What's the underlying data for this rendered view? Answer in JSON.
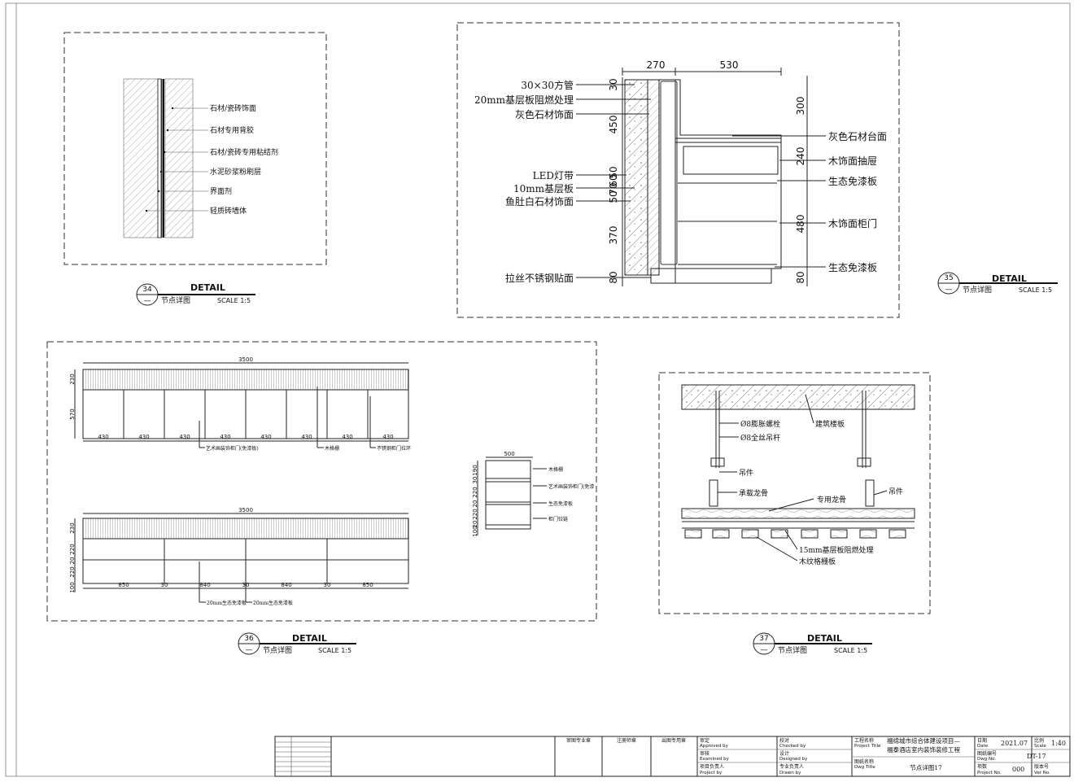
{
  "detail34": {
    "labels": [
      "石材/瓷砖饰面",
      "石材专用背胶",
      "石材/瓷砖专用粘结剂",
      "水泥砂浆粉刷层",
      "界面剂",
      "轻质砖墙体"
    ],
    "num": "34",
    "sub": "—",
    "title": "DETAIL",
    "name": "节点详图",
    "scale": "SCALE 1:5"
  },
  "detail35": {
    "left_labels": [
      "30×30方管",
      "20mm基层板阻燃处理",
      "灰色石材饰面",
      "LED灯带",
      "10mm基层板",
      "鱼肚白石材饰面",
      "拉丝不锈钢贴面"
    ],
    "right_labels": [
      "灰色石材台面",
      "木饰面抽屉",
      "生态免漆板",
      "木饰面柜门",
      "生态免漆板"
    ],
    "dims_top": [
      "270",
      "530"
    ],
    "dims_left": [
      "30",
      "450",
      "50",
      "60",
      "70",
      "50",
      "370",
      "80"
    ],
    "dims_right": [
      "300",
      "240",
      "480",
      "80"
    ],
    "num": "35",
    "sub": "—",
    "title": "DETAIL",
    "name": "节点详图",
    "scale": "SCALE 1:5"
  },
  "detail36": {
    "top_total": "3500",
    "top_left_dims": [
      "230",
      "570"
    ],
    "top_bottom_dims": [
      "430",
      "430",
      "430",
      "430",
      "430",
      "430",
      "430",
      "430"
    ],
    "top_labels": [
      "艺术画装饰柜门(免漆板)",
      "木格栅",
      "不锈钢柜门拉环"
    ],
    "bottom_total": "3500",
    "bottom_left_dims": [
      "230",
      "220",
      "20",
      "220",
      "100"
    ],
    "bottom_dims": [
      "850",
      "30",
      "840",
      "30",
      "840",
      "30",
      "850"
    ],
    "bottom_labels": [
      "20mm生态免漆板",
      "20mm生态免漆板"
    ],
    "side_width": "500",
    "side_left_dims": [
      "190",
      "30",
      "220",
      "20",
      "220",
      "20",
      "100"
    ],
    "side_labels": [
      "木格栅",
      "艺术画装饰柜门(免漆",
      "生态免漆板",
      "柜门铰链"
    ],
    "num": "36",
    "sub": "—",
    "title": "DETAIL",
    "name": "节点详图",
    "scale": "SCALE 1:5"
  },
  "detail37": {
    "labels": [
      "Ø8膨胀螺栓",
      "Ø8全丝吊杆",
      "建筑楼板",
      "吊件",
      "承载龙骨",
      "专用龙骨",
      "吊件",
      "15mm基层板阻燃处理",
      "木纹格栅板"
    ],
    "num": "37",
    "sub": "—",
    "title": "DETAIL",
    "name": "节点详图",
    "scale": "SCALE 1:5"
  },
  "titleblock": {
    "stamp1": "审图专业章",
    "stamp2": "注册师章",
    "stamp3": "出图专用章",
    "approved_cn": "审定",
    "approved_en": "Approved by",
    "checked_cn": "校对",
    "checked_en": "Checked by",
    "examined_cn": "审核",
    "examined_en": "Examined by",
    "designed_cn": "设计",
    "designed_en": "Designed by",
    "project_by_cn": "项目负责人",
    "project_by_en": "Project by",
    "drawn_cn": "专业负责人",
    "drawn_en": "Drawn by",
    "project_title_cn": "工程名称",
    "project_title_en": "Project Title",
    "project_name_1": "福绵城市综合体建设项目—",
    "project_name_2": "福泰酒店室内装饰装修工程",
    "dwg_title_cn": "图纸名称",
    "dwg_title_en": "Dwg Title",
    "dwg_title": "节点详图17",
    "date_cn": "日期",
    "date_en": "Date",
    "date": "2021.07",
    "scale_cn": "比例",
    "scale_en": "Scale",
    "scale": "1:40",
    "dwgno_cn": "图纸编号",
    "dwgno_en": "Dwg No.",
    "dwgno": "DT-17",
    "projno_cn": "项数",
    "projno_en": "Project No.",
    "projno": "000",
    "ver_cn": "版本号",
    "ver_en": "Ver No."
  }
}
